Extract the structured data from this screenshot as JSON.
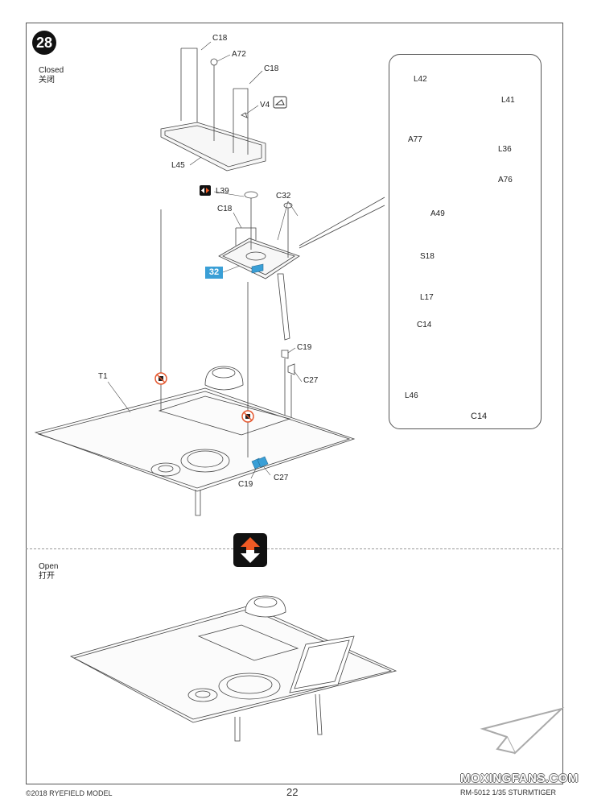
{
  "step": {
    "number": "28",
    "closed_label_en": "Closed",
    "closed_label_zh": "关闭",
    "open_label_en": "Open",
    "open_label_zh": "打开"
  },
  "main_parts": {
    "c18_top_left": "C18",
    "a72": "A72",
    "c18_top_right": "C18",
    "v4": "V4",
    "l45": "L45",
    "l39": "L39",
    "c32": "C32",
    "c18_hatch": "C18",
    "sub_assembly_badge": "32",
    "c19_upper": "C19",
    "c27_upper": "C27",
    "t1": "T1",
    "c19_lower": "C19",
    "c27_lower": "C27"
  },
  "inset_parts": {
    "l42": "L42",
    "l41": "L41",
    "a77": "A77",
    "l36": "L36",
    "a76": "A76",
    "a49": "A49",
    "s18": "S18",
    "l17": "L17",
    "c14_loose": "C14",
    "l46": "L46",
    "c14_highlight": "C14"
  },
  "icons": {
    "no_glue": "no-glue-icon",
    "optional_part": "option-arrow-icon",
    "sanding": "sanding-icon",
    "open_close_toggle": "open-close-arrow-icon",
    "watermark_logo": "paper-plane-icon"
  },
  "colors": {
    "highlight_blue": "#3a9fd6",
    "warning_red": "#e4572e",
    "arrow_orange": "#f05a24",
    "ink": "#222222"
  },
  "footer": {
    "copyright": "©2018 RYEFIELD MODEL",
    "page_number": "22",
    "kit_info": "RM-5012 1/35 STURMTIGER",
    "watermark": "MOXINGFANS.COM"
  }
}
